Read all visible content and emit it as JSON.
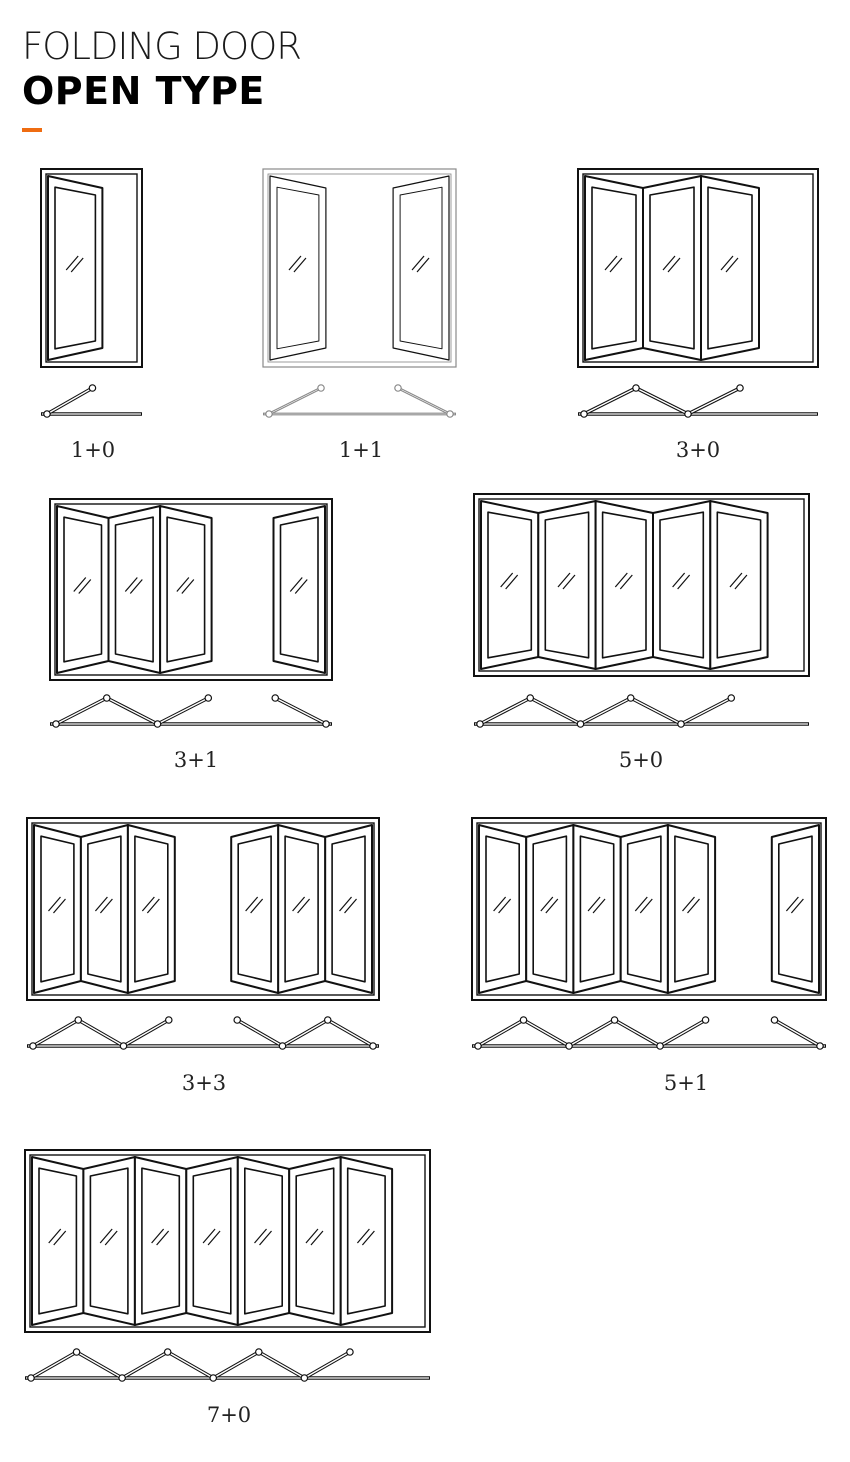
{
  "header": {
    "title_line1": "FOLDING DOOR",
    "title_line2": "OPEN TYPE",
    "accent_color": "#ef6c11"
  },
  "types": [
    {
      "id": "1+0",
      "label": "1+0",
      "left_panels": 1,
      "right_panels": 0,
      "pivot": "left"
    },
    {
      "id": "1+1",
      "label": "1+1",
      "left_panels": 1,
      "right_panels": 1,
      "pivot": "left"
    },
    {
      "id": "3+0",
      "label": "3+0",
      "left_panels": 3,
      "right_panels": 0,
      "pivot": "left"
    },
    {
      "id": "3+1",
      "label": "3+1",
      "left_panels": 3,
      "right_panels": 1,
      "pivot": "left"
    },
    {
      "id": "5+0",
      "label": "5+0",
      "left_panels": 5,
      "right_panels": 0,
      "pivot": "left"
    },
    {
      "id": "3+3",
      "label": "3+3",
      "left_panels": 3,
      "right_panels": 3,
      "pivot": "left"
    },
    {
      "id": "5+1",
      "label": "5+1",
      "left_panels": 5,
      "right_panels": 1,
      "pivot": "left"
    },
    {
      "id": "7+0",
      "label": "7+0",
      "left_panels": 7,
      "right_panels": 0,
      "pivot": "left"
    }
  ]
}
